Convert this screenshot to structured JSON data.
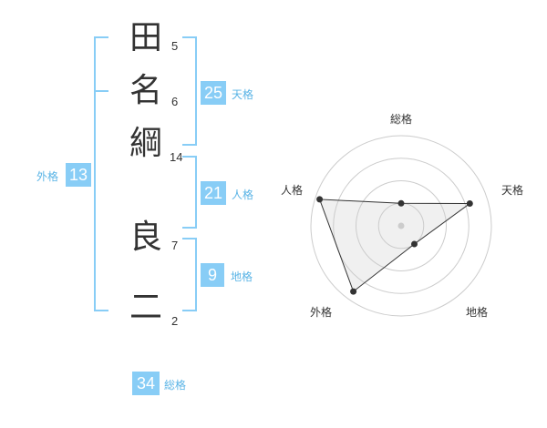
{
  "characters": [
    {
      "char": "田",
      "strokes": "5"
    },
    {
      "char": "名",
      "strokes": "6"
    },
    {
      "char": "綱",
      "strokes": "14"
    },
    {
      "char": "良",
      "strokes": "7"
    },
    {
      "char": "二",
      "strokes": "2"
    }
  ],
  "kakusu": {
    "tenkaku": {
      "value": "25",
      "label": "天格"
    },
    "jinkaku": {
      "value": "21",
      "label": "人格"
    },
    "chikaku": {
      "value": "9",
      "label": "地格"
    },
    "gaikaku": {
      "value": "13",
      "label": "外格"
    },
    "soukaku": {
      "value": "34",
      "label": "総格"
    }
  },
  "colors": {
    "accent": "#88cdf6",
    "label_text": "#5ab4e6",
    "text": "#333333"
  },
  "chart_data": {
    "type": "radar",
    "axes": [
      "総格",
      "天格",
      "地格",
      "外格",
      "人格"
    ],
    "values": [
      0.25,
      0.8,
      0.25,
      0.9,
      0.95
    ],
    "rings": 4,
    "range": [
      0,
      1
    ]
  }
}
